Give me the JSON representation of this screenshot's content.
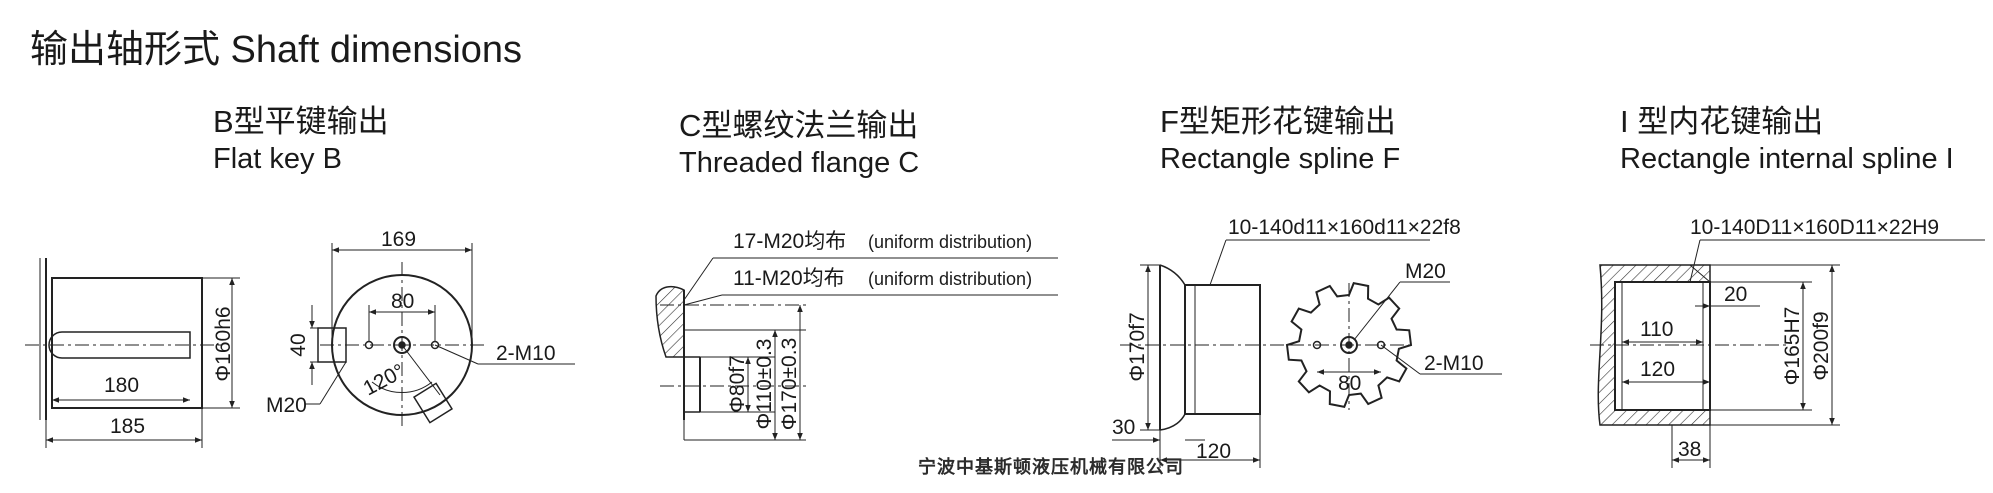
{
  "page": {
    "title": "输出轴形式 Shaft dimensions",
    "watermark": "宁波中基斯顿液压机械有限公司"
  },
  "sections": [
    {
      "zh": "B型平键输出",
      "en": "Flat key B",
      "labels": {
        "d169": "169",
        "d80": "80",
        "d40": "40",
        "d2m10": "2-M10",
        "d180": "180",
        "d185": "185",
        "m20": "M20",
        "d120deg": "120°",
        "phi160": "Φ160h6"
      }
    },
    {
      "zh": "C型螺纹法兰输出",
      "en": "Threaded flange C",
      "labels": {
        "n17": "17-M20均布",
        "u17": "(uniform distribution)",
        "n11": "11-M20均布",
        "u11": "(uniform distribution)",
        "phi80": "Φ80f7",
        "phi110": "Φ110±0.3",
        "phi170": "Φ170±0.3"
      }
    },
    {
      "zh": "F型矩形花键输出",
      "en": "Rectangle spline F",
      "labels": {
        "spec": "10-140d11×160d11×22f8",
        "phi170": "Φ170f7",
        "m20": "M20",
        "m10": "2-M10",
        "d80": "80",
        "d30": "30",
        "d120": "120"
      }
    },
    {
      "zh": "I 型内花键输出",
      "en": "Rectangle internal spline I",
      "labels": {
        "spec": "10-140D11×160D11×22H9",
        "d20": "20",
        "d110": "110",
        "d120": "120",
        "phi165": "Φ165H7",
        "phi200": "Φ200f9",
        "d38": "38"
      }
    }
  ]
}
